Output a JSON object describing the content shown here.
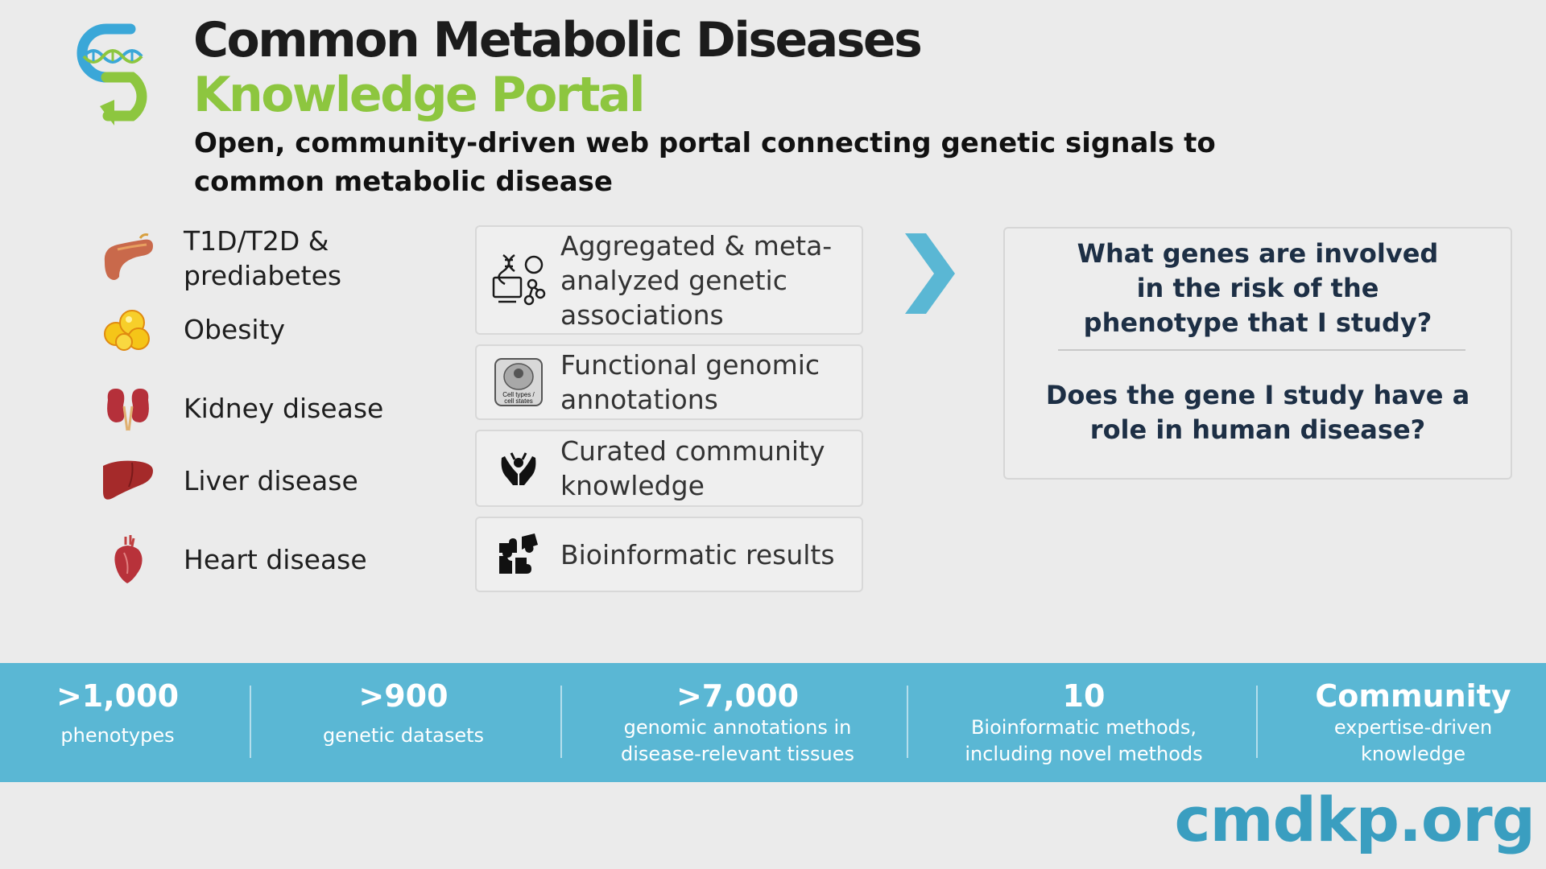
{
  "header": {
    "title_line1": "Common Metabolic Diseases",
    "title_line2": "Knowledge Portal",
    "subtitle": "Open, community-driven web portal connecting genetic signals to common metabolic disease"
  },
  "diseases": [
    {
      "label_line1": "T1D/T2D &",
      "label_line2": "prediabetes",
      "icon": "pancreas-icon"
    },
    {
      "label_line1": "Obesity",
      "icon": "fat-cells-icon"
    },
    {
      "label_line1": "Kidney disease",
      "icon": "kidney-icon"
    },
    {
      "label_line1": "Liver disease",
      "icon": "liver-icon"
    },
    {
      "label_line1": "Heart disease",
      "icon": "heart-icon"
    }
  ],
  "resources": [
    {
      "lines": [
        "Aggregated & meta-",
        "analyzed genetic",
        "associations"
      ],
      "icon": "dna-analysis-icon"
    },
    {
      "lines": [
        "Functional genomic",
        "annotations"
      ],
      "icon": "cell-types-icon",
      "icon_text_1": "Cell types /",
      "icon_text_2": "cell states"
    },
    {
      "lines": [
        "Curated community",
        "knowledge"
      ],
      "icon": "hands-icon"
    },
    {
      "lines": [
        "Bioinformatic results"
      ],
      "icon": "puzzle-icon"
    }
  ],
  "questions": {
    "q1": [
      "What genes are involved",
      "in the risk of the",
      "phenotype that I study?"
    ],
    "q2": [
      "Does the gene I study have a",
      "role in human disease?"
    ]
  },
  "stats": [
    {
      "value": ">1,000",
      "desc_line1": "phenotypes"
    },
    {
      "value": ">900",
      "desc_line1": "genetic datasets"
    },
    {
      "value": ">7,000",
      "desc_line1": "genomic annotations in",
      "desc_line2": "disease-relevant tissues"
    },
    {
      "value": "10",
      "desc_line1": "Bioinformatic methods,",
      "desc_line2": "including novel methods"
    },
    {
      "value": "Community",
      "desc_line1": "expertise-driven",
      "desc_line2": "knowledge"
    }
  ],
  "footer": {
    "url": "cmdkp.org"
  },
  "colors": {
    "brand_green": "#8dc63f",
    "brand_blue": "#3aa7d8",
    "stats_bar": "#5ab7d4",
    "url_text": "#3a9ec0",
    "question_text": "#1d2f45"
  }
}
